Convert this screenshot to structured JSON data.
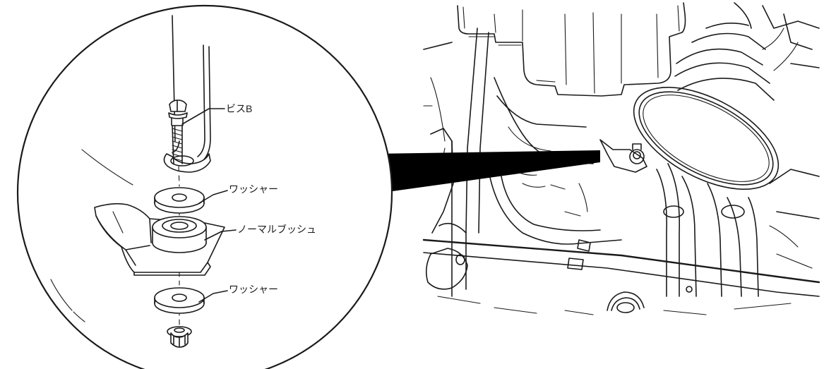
{
  "callouts": {
    "bolt": "ビスB",
    "washer_top": "ワッシャー",
    "bushing": "ノーマルブッシュ",
    "washer_bottom": "ワッシャー"
  },
  "icons": {
    "pointer": "pointer-wedge-icon"
  }
}
